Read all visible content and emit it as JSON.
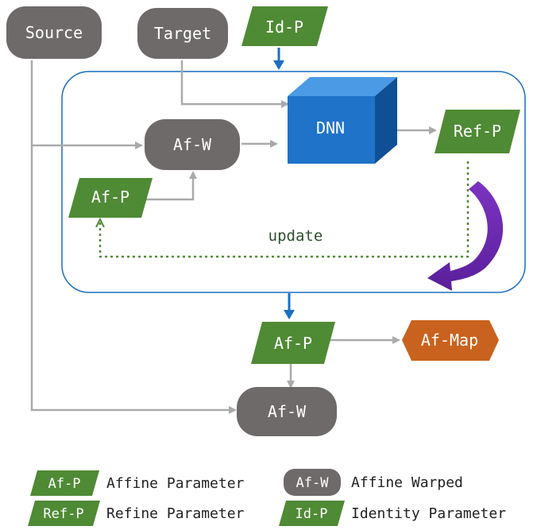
{
  "nodes": {
    "source": "Source",
    "target": "Target",
    "id_p": "Id-P",
    "dnn": "DNN",
    "ref_p": "Ref-P",
    "af_w_inner": "Af-W",
    "af_p_inner": "Af-P",
    "update": "update",
    "af_p_out": "Af-P",
    "af_map": "Af-Map",
    "af_w_out": "Af-W"
  },
  "legend": {
    "af_p_symbol": "Af-P",
    "af_p_text": "Affine Parameter",
    "ref_p_symbol": "Ref-P",
    "ref_p_text": "Refine Parameter",
    "af_w_symbol": "Af-W",
    "af_w_text": "Affine Warped",
    "id_p_symbol": "Id-P",
    "id_p_text": "Identity Parameter"
  },
  "colors": {
    "gray_node": "#6e6a6a",
    "green_param": "#4f8a35",
    "dnn_blue": "#1f73c8",
    "af_map_orange": "#c9621f",
    "arrow_gray": "#aaaaaa",
    "arrow_blue": "#1a6fc0",
    "update_dotted": "#4f8a35",
    "purple_arrow": "#6a2ca8"
  }
}
